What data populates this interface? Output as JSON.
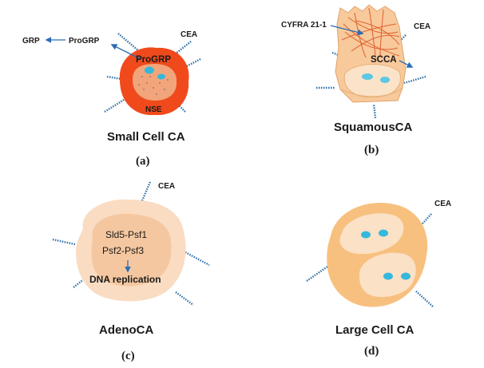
{
  "panels": [
    {
      "id": "a",
      "panel_label": "(a)",
      "caption": "Small Cell CA",
      "labels": {
        "grp": "GRP",
        "progrp_out": "ProGRP",
        "progrp_in": "ProGRP",
        "nse": "NSE",
        "cea": "CEA"
      }
    },
    {
      "id": "b",
      "panel_label": "(b)",
      "caption": "SquamousCA",
      "labels": {
        "cyfra": "CYFRA 21-1",
        "cea": "CEA",
        "scca": "SCCA"
      }
    },
    {
      "id": "c",
      "panel_label": "(c)",
      "caption": "AdenoCA",
      "labels": {
        "cea": "CEA",
        "line1": "Sld5-Psf1",
        "line2": "Psf2-Psf3",
        "line3": "DNA replication"
      }
    },
    {
      "id": "d",
      "panel_label": "(d)",
      "caption": "Large Cell CA",
      "labels": {
        "cea": "CEA"
      }
    }
  ],
  "colors": {
    "small_cell_outer": "#f04a1c",
    "small_cell_inner": "#f2a57a",
    "nucleus_dot": "#35b8dc",
    "squamous_fill": "#f8c99a",
    "adeno_outer": "#f9dcc2",
    "adeno_inner": "#f5c7a0",
    "large_cell_fill": "#f8c07f",
    "antibody": "#2e6fa8",
    "arrow": "#2a6db5"
  }
}
